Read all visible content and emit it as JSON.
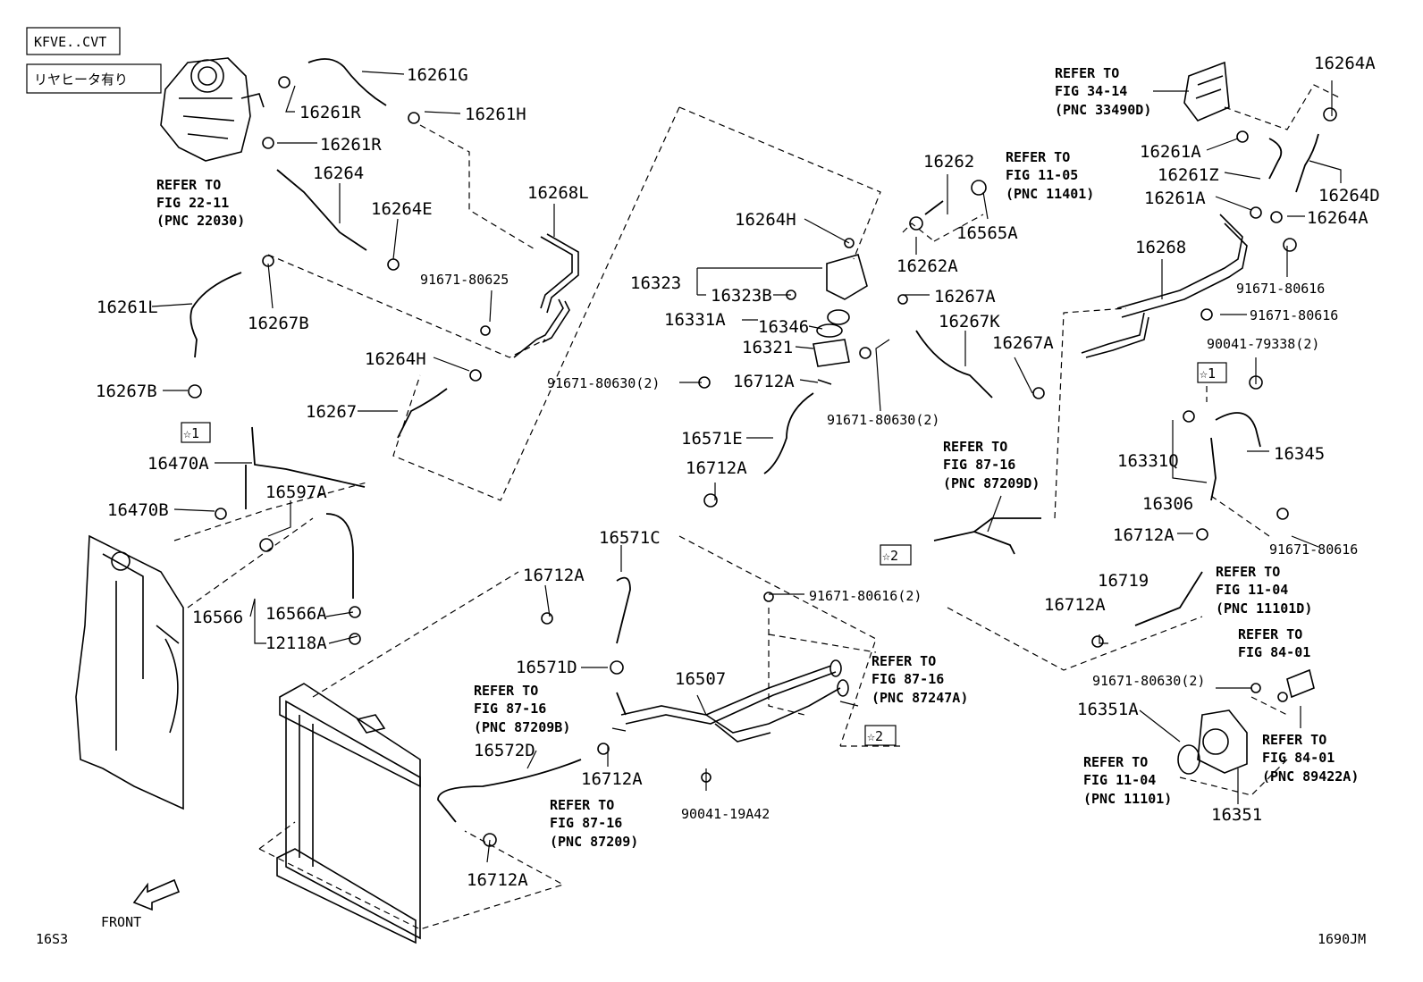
{
  "tags": {
    "engine": "KFVE..CVT",
    "option": "リヤヒータ有り",
    "star1": "☆1",
    "star2": "☆2"
  },
  "refers": {
    "throttle": [
      "REFER TO",
      "FIG 22-11",
      "(PNC 22030)"
    ],
    "oil_cooler": [
      "REFER TO",
      "FIG 34-14",
      "(PNC 33490D)"
    ],
    "fig_11_05": [
      "REFER TO",
      "FIG 11-05",
      "(PNC 11401)"
    ],
    "fig_87_16_d": [
      "REFER TO",
      "FIG 87-16",
      "(PNC 87209D)"
    ],
    "fig_87_16_a": [
      "REFER TO",
      "FIG 87-16",
      "(PNC 87247A)"
    ],
    "fig_87_16_b": [
      "REFER TO",
      "FIG 87-16",
      "(PNC 87209B)"
    ],
    "fig_87_16": [
      "REFER TO",
      "FIG 87-16",
      "(PNC 87209)"
    ],
    "fig_11_04_d": [
      "REFER TO",
      "FIG 11-04",
      "(PNC 11101D)"
    ],
    "fig_84_01": [
      "REFER TO",
      "FIG 84-01"
    ],
    "fig_84_01_b": [
      "REFER TO",
      "FIG 84-01",
      "(PNC 89422A)"
    ],
    "fig_11_04": [
      "REFER TO",
      "FIG 11-04",
      "(PNC 11101)"
    ]
  },
  "parts": {
    "p16261G": "16261G",
    "p16261R_a": "16261R",
    "p16261H": "16261H",
    "p16261R_b": "16261R",
    "p16264": "16264",
    "p16264E": "16264E",
    "p16268L": "16268L",
    "p91671_80625": "91671-80625",
    "p16261L": "16261L",
    "p16267B_a": "16267B",
    "p16267B_b": "16267B",
    "p16264H_a": "16264H",
    "p16267": "16267",
    "p16470A": "16470A",
    "p16470B": "16470B",
    "p16597A": "16597A",
    "p16566": "16566",
    "p16566A": "16566A",
    "p12118A": "12118A",
    "p16264H_b": "16264H",
    "p16323": "16323",
    "p16323B": "16323B",
    "p16331A": "16331A",
    "p16346": "16346",
    "p16321": "16321",
    "p91671_80630_a": "91671-80630(2)",
    "p16712A_a": "16712A",
    "p91671_80630_b": "91671-80630(2)",
    "p16571E": "16571E",
    "p16712A_b": "16712A",
    "p16262": "16262",
    "p16262A": "16262A",
    "p16565A": "16565A",
    "p16267A_a": "16267A",
    "p16267K": "16267K",
    "p16267A_b": "16267A",
    "p16264A_a": "16264A",
    "p16261A_a": "16261A",
    "p16261Z": "16261Z",
    "p16264D": "16264D",
    "p16261A_b": "16261A",
    "p16264A_b": "16264A",
    "p16268": "16268",
    "p91671_80616_a": "91671-80616",
    "p91671_80616_b": "91671-80616",
    "p90041_79338": "90041-79338(2)",
    "p16331Q": "16331Q",
    "p16345": "16345",
    "p16306": "16306",
    "p16712A_c": "16712A",
    "p91671_80616_c": "91671-80616",
    "p16719": "16719",
    "p16712A_d": "16712A",
    "p16571C": "16571C",
    "p16712A_e": "16712A",
    "p16571D": "16571D",
    "p91671_80616_d": "91671-80616(2)",
    "p16507": "16507",
    "p16572D": "16572D",
    "p16712A_f": "16712A",
    "p90041_19A42": "90041-19A42",
    "p16712A_g": "16712A",
    "p91671_80630_c": "91671-80630(2)",
    "p16351A": "16351A",
    "p16351": "16351"
  },
  "footer": {
    "front": "FRONT",
    "left_code": "16S3",
    "right_code": "1690JM"
  }
}
